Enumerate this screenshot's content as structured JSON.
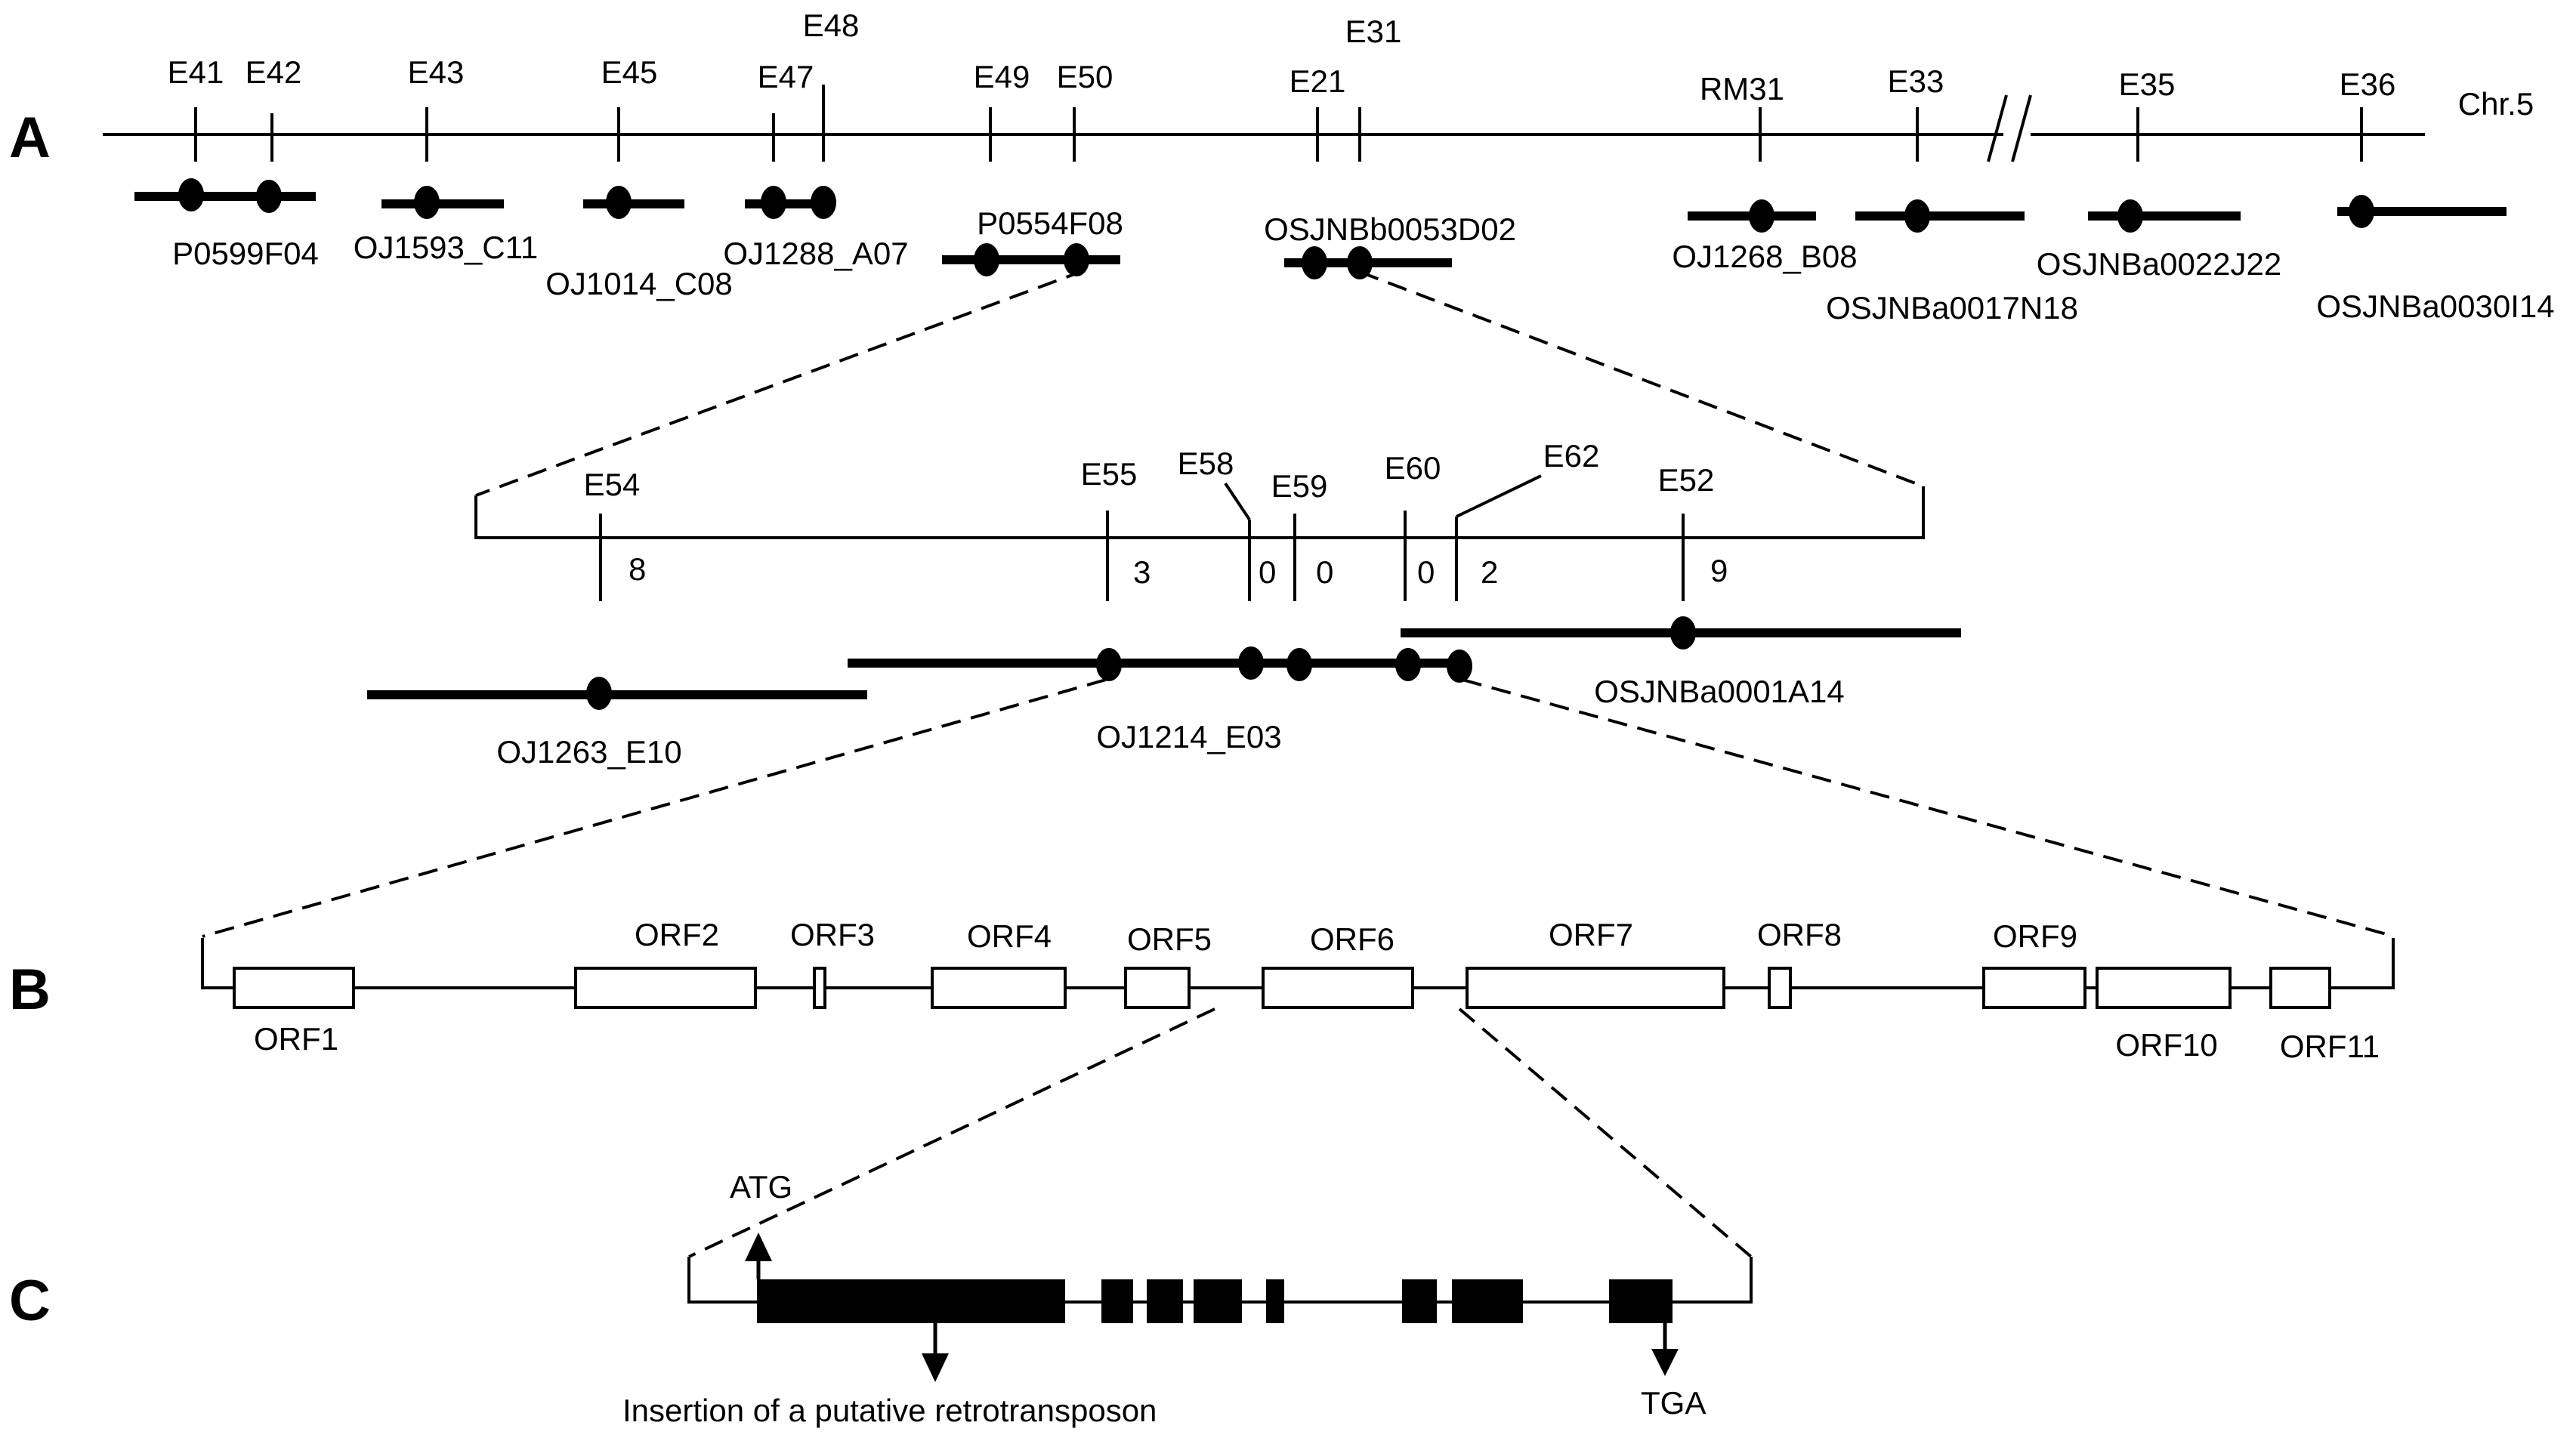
{
  "panels": [
    "A",
    "B",
    "C"
  ],
  "chromosome_label": "Chr.5",
  "markers_top": [
    "E41",
    "E42",
    "E43",
    "E45",
    "E47",
    "E48",
    "E49",
    "E50",
    "E21",
    "E31",
    "RM31",
    "E33",
    "E35",
    "E36"
  ],
  "bacs_top": [
    "P0599F04",
    "OJ1593_C11",
    "OJ1014_C08",
    "OJ1288_A07",
    "P0554F08",
    "OSJNBb0053D02",
    "OJ1268_B08",
    "OSJNBa0017N18",
    "OSJNBa0022J22",
    "OSJNBa0030I14"
  ],
  "markers_mid": [
    "E54",
    "E55",
    "E58",
    "E59",
    "E60",
    "E62",
    "E52"
  ],
  "recombinants": [
    "8",
    "3",
    "0",
    "0",
    "0",
    "2",
    "9"
  ],
  "bacs_mid": [
    "OJ1263_E10",
    "OJ1214_E03",
    "OSJNBa0001A14"
  ],
  "orfs": [
    "ORF1",
    "ORF2",
    "ORF3",
    "ORF4",
    "ORF5",
    "ORF6",
    "ORF7",
    "ORF8",
    "ORF9",
    "ORF10",
    "ORF11"
  ],
  "gene": {
    "start_codon": "ATG",
    "stop_codon": "TGA",
    "insertion_note": "Insertion of a putative retrotransposon"
  }
}
